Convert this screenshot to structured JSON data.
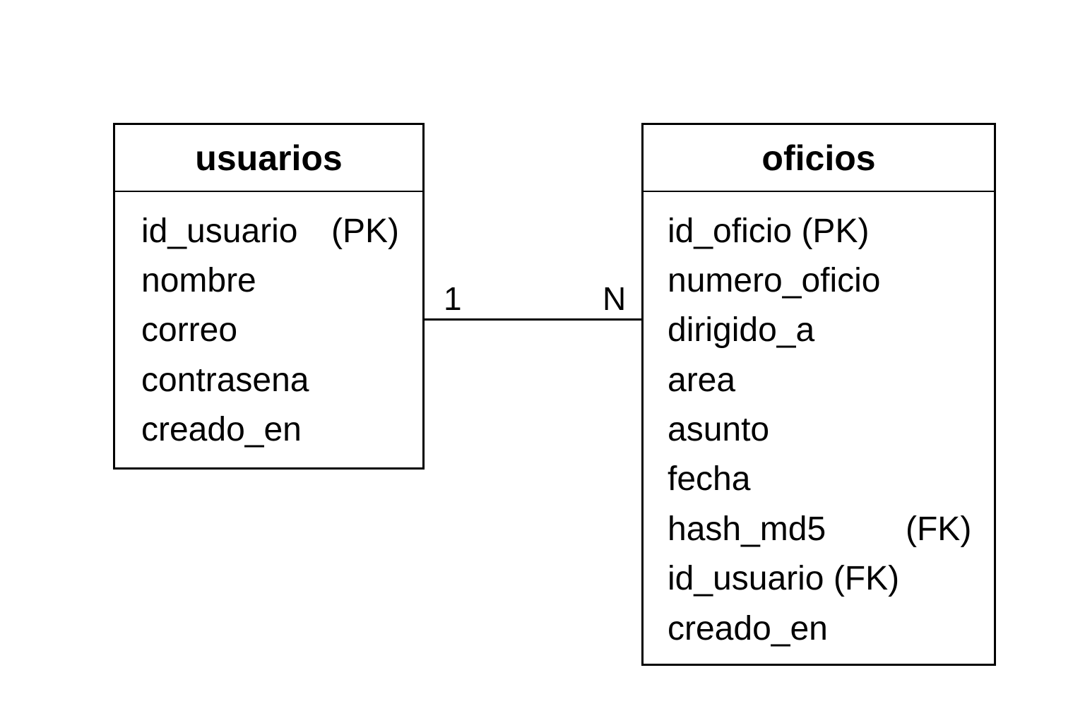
{
  "entities": {
    "usuarios": {
      "title": "usuarios",
      "attributes": [
        {
          "name": "id_usuario",
          "key": "(PK)"
        },
        {
          "name": "nombre",
          "key": ""
        },
        {
          "name": "correo",
          "key": ""
        },
        {
          "name": "contrasena",
          "key": ""
        },
        {
          "name": "creado_en",
          "key": ""
        }
      ]
    },
    "oficios": {
      "title": "oficios",
      "attributes": [
        {
          "name": "id_oficio (PK)",
          "key": ""
        },
        {
          "name": "numero_oficio",
          "key": ""
        },
        {
          "name": "dirigido_a",
          "key": ""
        },
        {
          "name": "area",
          "key": ""
        },
        {
          "name": "asunto",
          "key": ""
        },
        {
          "name": "fecha",
          "key": ""
        },
        {
          "name": "hash_md5",
          "key": "(FK)"
        },
        {
          "name": "id_usuario (FK)",
          "key": ""
        },
        {
          "name": "creado_en",
          "key": ""
        }
      ]
    }
  },
  "relationship": {
    "from": "usuarios",
    "to": "oficios",
    "from_cardinality": "1",
    "to_cardinality": "N"
  }
}
